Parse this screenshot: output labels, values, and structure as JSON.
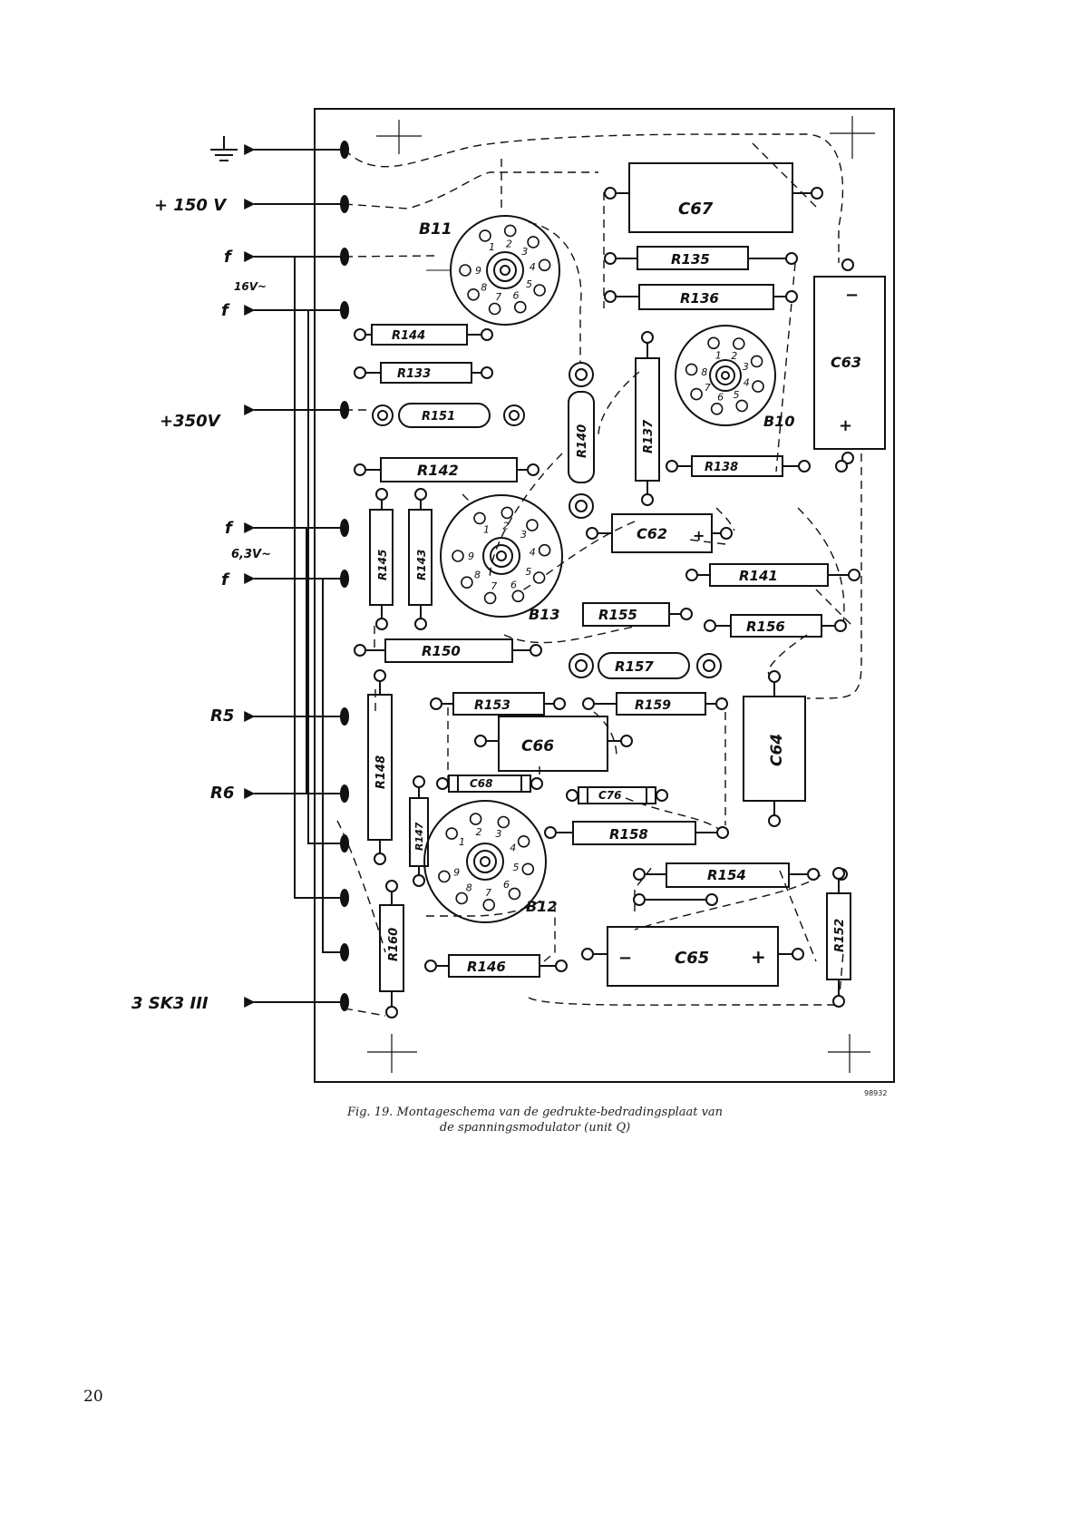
{
  "external_labels": {
    "plus_150v": "+ 150 V",
    "f_1": "f",
    "v16": "16V~",
    "f_2": "f",
    "plus_350v": "+350V",
    "f_3": "f",
    "v63": "6,3V~",
    "f_4": "f",
    "r5": "R5",
    "r6": "R6",
    "sk3": "3 SK3 III"
  },
  "components": {
    "c67": "C67",
    "r135": "R135",
    "r136": "R136",
    "c63": "C63",
    "c63_minus": "−",
    "c63_plus": "+",
    "r144": "R144",
    "r133": "R133",
    "r151": "R151",
    "r142": "R142",
    "r140": "R140",
    "r137": "R137",
    "r138": "R138",
    "c62": "C62",
    "c62_plus": "+",
    "r141": "R141",
    "r145": "R145",
    "r143": "R143",
    "r155": "R155",
    "r156": "R156",
    "r150": "R150",
    "r157": "R157",
    "r153": "R153",
    "r159": "R159",
    "c66": "C66",
    "c64": "C64",
    "c68": "C68",
    "c76": "C76",
    "r148": "R148",
    "r147": "R147",
    "r158": "R158",
    "r154": "R154",
    "r160": "R160",
    "r146": "R146",
    "c65": "C65",
    "c65_minus": "−",
    "c65_plus": "+",
    "r152": "R152"
  },
  "tubes": {
    "b11": {
      "label": "B11",
      "pins": [
        "1",
        "2",
        "3",
        "4",
        "5",
        "6",
        "7",
        "8",
        "9"
      ]
    },
    "b10": {
      "label": "B10",
      "pins": [
        "1",
        "2",
        "3",
        "4",
        "5",
        "6",
        "7",
        "8"
      ]
    },
    "b13": {
      "label": "B13",
      "pins": [
        "1",
        "2",
        "3",
        "4",
        "5",
        "6",
        "7",
        "8",
        "9"
      ]
    },
    "b12": {
      "label": "B12",
      "pins": [
        "1",
        "2",
        "3",
        "4",
        "5",
        "6",
        "7",
        "8",
        "9"
      ]
    }
  },
  "drawing_number": "98932",
  "caption": {
    "line1": "Fig. 19. Montageschema van de gedrukte-bedradingsplaat van",
    "line2": "de spanningsmodulator (unit Q)"
  },
  "page_number": "20"
}
